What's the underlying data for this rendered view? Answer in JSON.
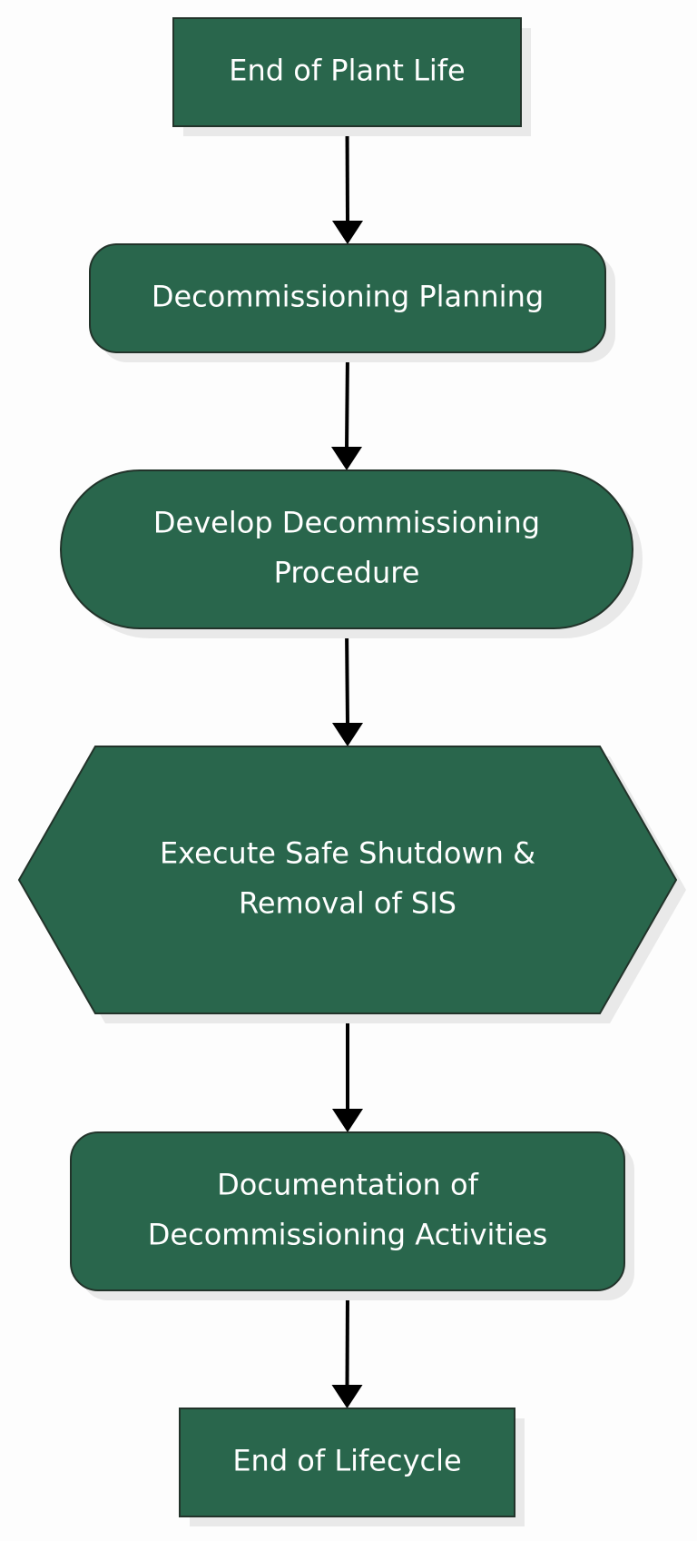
{
  "diagram": {
    "colors": {
      "node_fill": "#29664c",
      "node_border": "#22332a",
      "node_text": "#ffffff",
      "arrow": "#000000",
      "shadow": "#e9e9e9",
      "background": "#fdfdfd"
    },
    "nodes": [
      {
        "id": "end-of-plant-life",
        "shape": "rectangle",
        "lines": [
          "End of Plant Life"
        ]
      },
      {
        "id": "decommissioning-planning",
        "shape": "rounded-rectangle",
        "lines": [
          "Decommissioning Planning"
        ]
      },
      {
        "id": "develop-decommissioning-procedure",
        "shape": "stadium",
        "lines": [
          "Develop Decommissioning",
          "Procedure"
        ]
      },
      {
        "id": "execute-safe-shutdown",
        "shape": "hexagon",
        "lines": [
          "Execute Safe Shutdown &",
          "Removal of SIS"
        ]
      },
      {
        "id": "documentation-of-decommissioning",
        "shape": "rounded-rectangle",
        "lines": [
          "Documentation of",
          "Decommissioning Activities"
        ]
      },
      {
        "id": "end-of-lifecycle",
        "shape": "rectangle",
        "lines": [
          "End of Lifecycle"
        ]
      }
    ],
    "edges": [
      {
        "from": "end-of-plant-life",
        "to": "decommissioning-planning"
      },
      {
        "from": "decommissioning-planning",
        "to": "develop-decommissioning-procedure"
      },
      {
        "from": "develop-decommissioning-procedure",
        "to": "execute-safe-shutdown"
      },
      {
        "from": "execute-safe-shutdown",
        "to": "documentation-of-decommissioning"
      },
      {
        "from": "documentation-of-decommissioning",
        "to": "end-of-lifecycle"
      }
    ]
  }
}
